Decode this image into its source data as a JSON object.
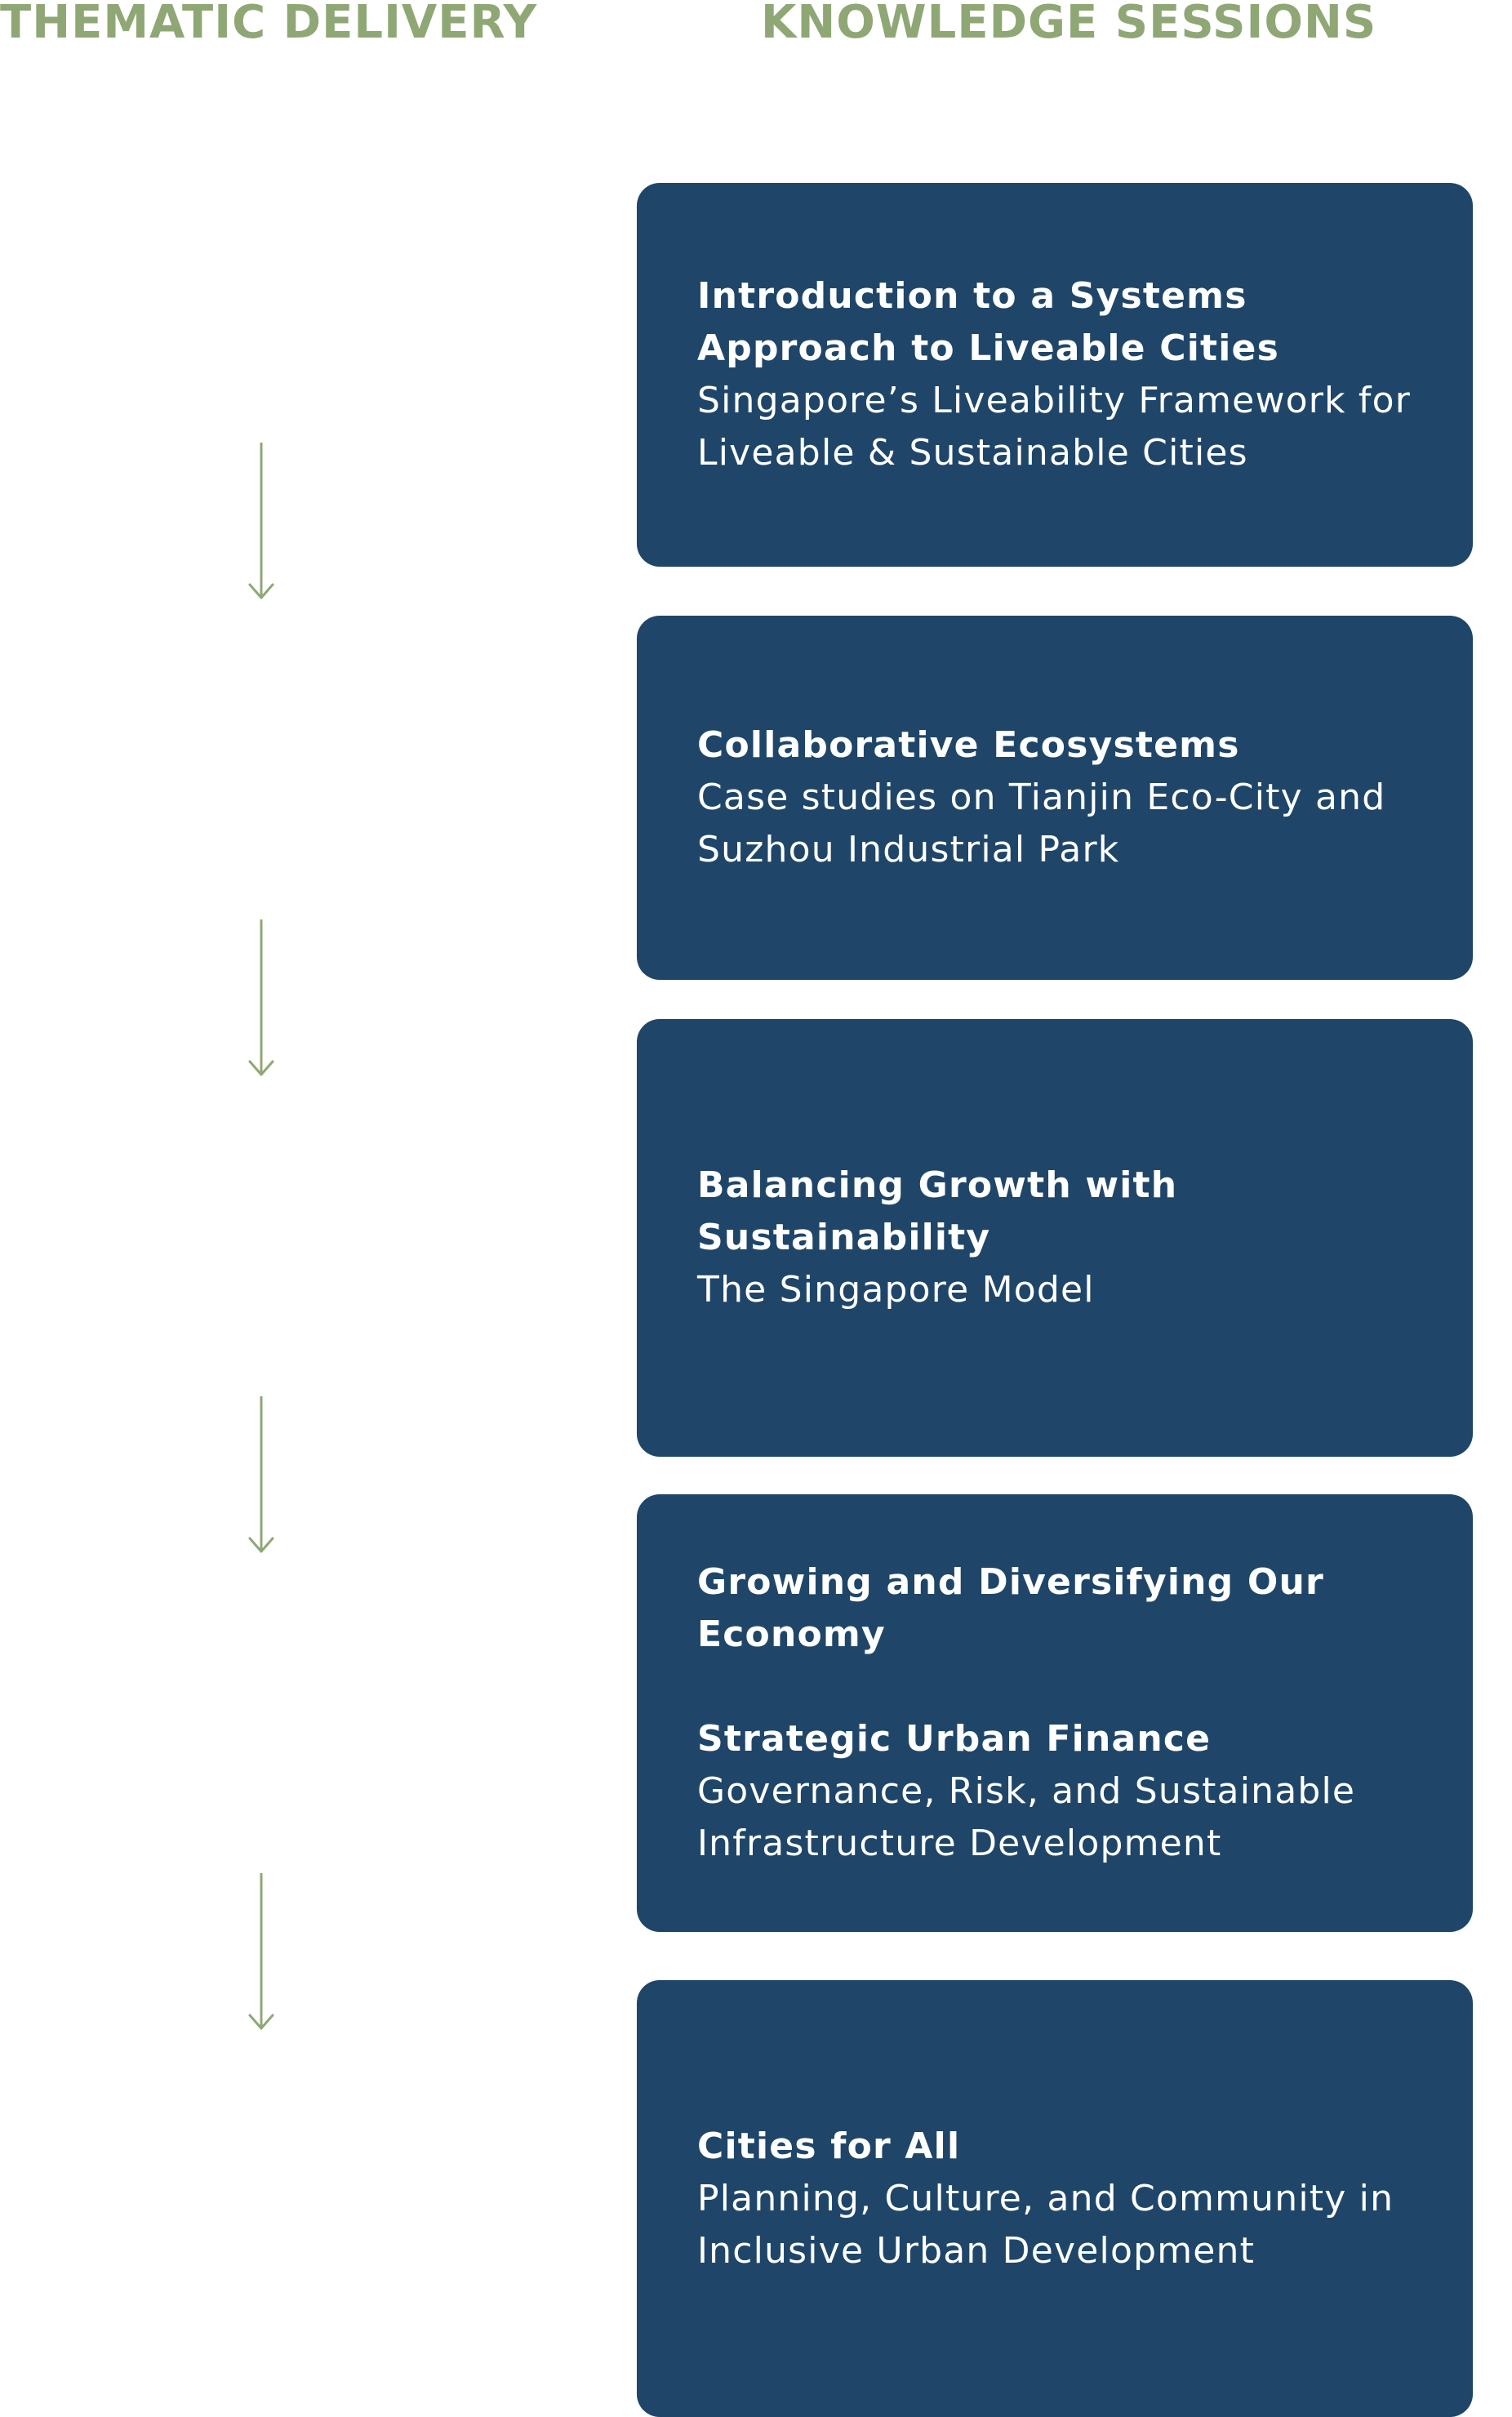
{
  "colors": {
    "header": "#8fa775",
    "card_bg": "#1f4669",
    "card_text": "#ffffff",
    "arrow": "#8fa775"
  },
  "headers": {
    "left": "THEMATIC DELIVERY",
    "right": "KNOWLEDGE SESSIONS"
  },
  "sessions": [
    {
      "title": "Introduction to a Systems Approach to Liveable Cities",
      "desc": "Singapore’s Liveability Framework for Liveable & Sustainable Cities"
    },
    {
      "title": "Collaborative Ecosystems",
      "desc": "Case studies on Tianjin Eco-City and Suzhou Industrial Park"
    },
    {
      "title": "Balancing Growth with Sustainability",
      "desc": "The Singapore Model"
    },
    {
      "title": "Growing and Diversifying Our Economy",
      "subtitle": "Strategic Urban Finance",
      "desc": "Governance, Risk, and Sustainable Infrastructure Development"
    },
    {
      "title": "Cities for All",
      "desc": "Planning, Culture, and Community in Inclusive Urban Development"
    }
  ],
  "flow_icons": [
    "arrow-down-icon",
    "arrow-down-icon",
    "arrow-down-icon",
    "arrow-down-icon"
  ]
}
